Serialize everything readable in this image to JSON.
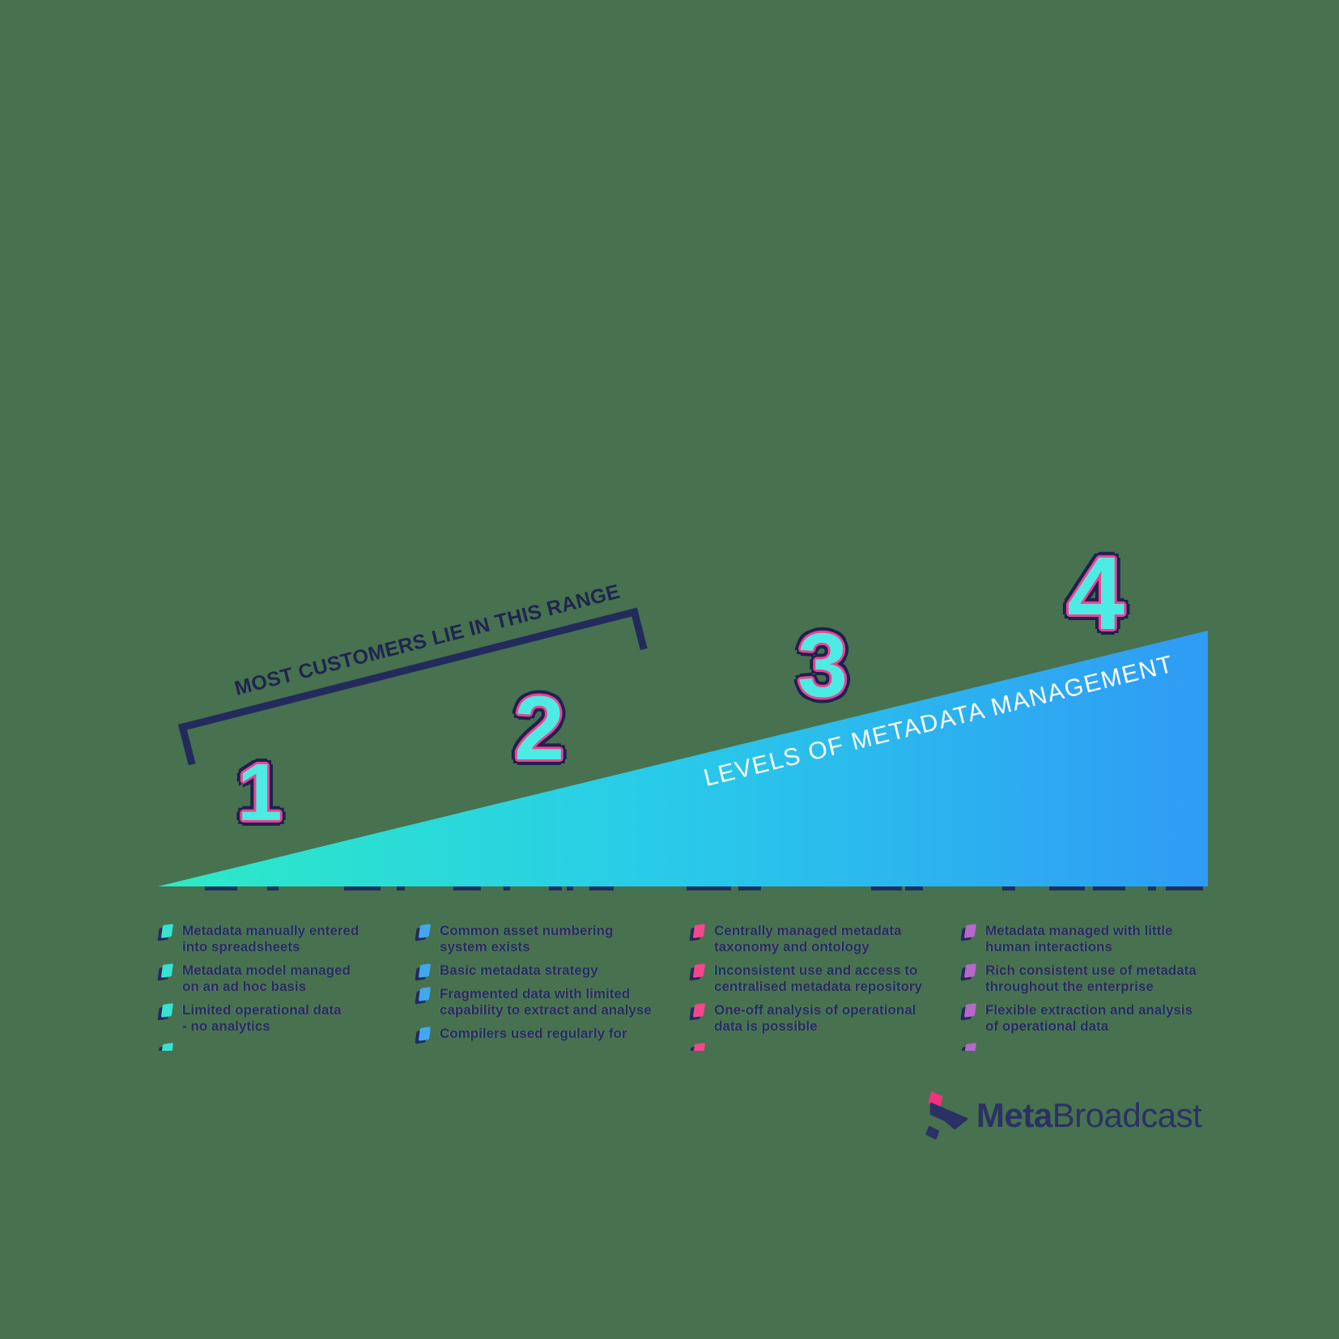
{
  "background_color": "#47714F",
  "accent_navy": "#232B5C",
  "bracket": {
    "label": "MOST CUSTOMERS LIE IN THIS RANGE"
  },
  "wedge": {
    "label": "LEVELS OF METADATA MANAGEMENT",
    "gradient": [
      "#2CEBC5",
      "#29CBE9",
      "#2F9BF5"
    ],
    "label_color": "#FFFFFF"
  },
  "number_style": {
    "fill": "#4DEBE3",
    "outline_inner": "#F2408F",
    "outline_outer": "#1C2250"
  },
  "levels": [
    {
      "number": "1",
      "marker_color": "#36E3D3",
      "items": [
        "Metadata manually entered\ninto spreadsheets",
        "Metadata model managed\non an ad hoc basis",
        "Limited operational data\n- no analytics",
        "…"
      ]
    },
    {
      "number": "2",
      "marker_color": "#41A8F0",
      "items": [
        "Common asset numbering\nsystem exists",
        "Basic metadata strategy",
        "Fragmented data with limited\ncapability to extract and analyse",
        "Compilers used regularly for\n…"
      ]
    },
    {
      "number": "3",
      "marker_color": "#F5468E",
      "items": [
        "Centrally managed metadata\ntaxonomy and ontology",
        "Inconsistent use and access to\ncentralised metadata repository",
        "One-off analysis of operational\ndata is possible",
        "…"
      ]
    },
    {
      "number": "4",
      "marker_color": "#B468C8",
      "items": [
        "Metadata managed with little\nhuman interactions",
        "Rich consistent use of metadata\nthroughout the enterprise",
        "Flexible extraction and analysis\nof operational data",
        "…"
      ]
    }
  ],
  "logo": {
    "bold": "Meta",
    "regular": "Broadcast",
    "navy": "#2B3164",
    "pink": "#F5317F"
  }
}
